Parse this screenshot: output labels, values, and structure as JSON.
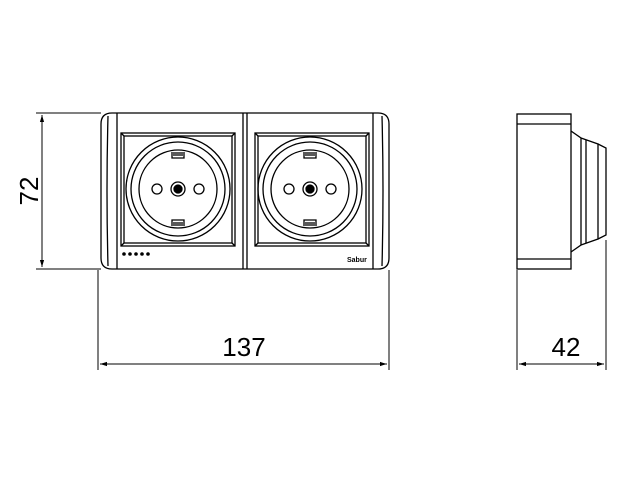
{
  "drawing": {
    "dimensions": {
      "height": "72",
      "width": "137",
      "depth": "42"
    },
    "brand": "Sabur"
  }
}
